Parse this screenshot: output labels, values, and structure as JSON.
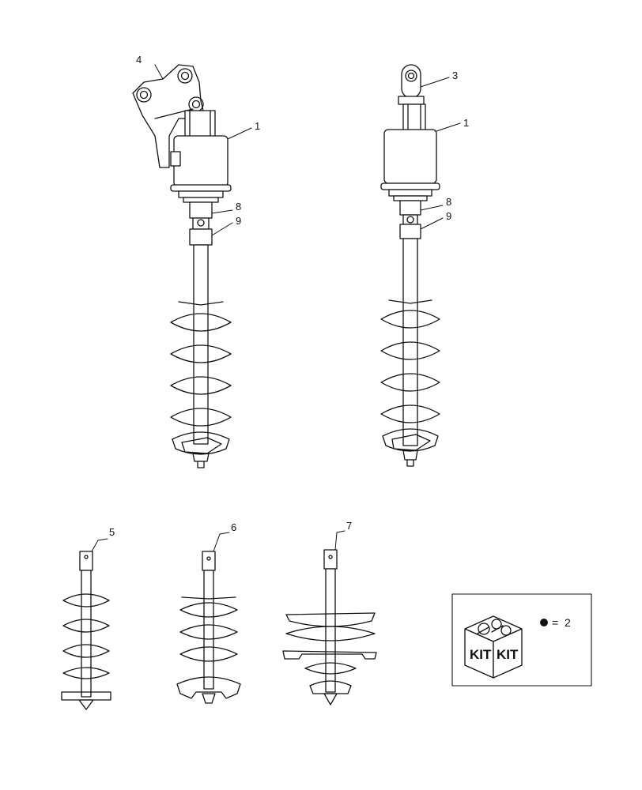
{
  "callouts": {
    "c1a": "1",
    "c1b": "1",
    "c3": "3",
    "c4": "4",
    "c5": "5",
    "c6": "6",
    "c7": "7",
    "c8a": "8",
    "c8b": "8",
    "c9a": "9",
    "c9b": "9"
  },
  "kit_legend": {
    "box_label_left": "KIT",
    "box_label_right": "KIT",
    "equals": "=",
    "quantity": "2"
  },
  "colors": {
    "line": "#111111",
    "background": "#ffffff"
  }
}
